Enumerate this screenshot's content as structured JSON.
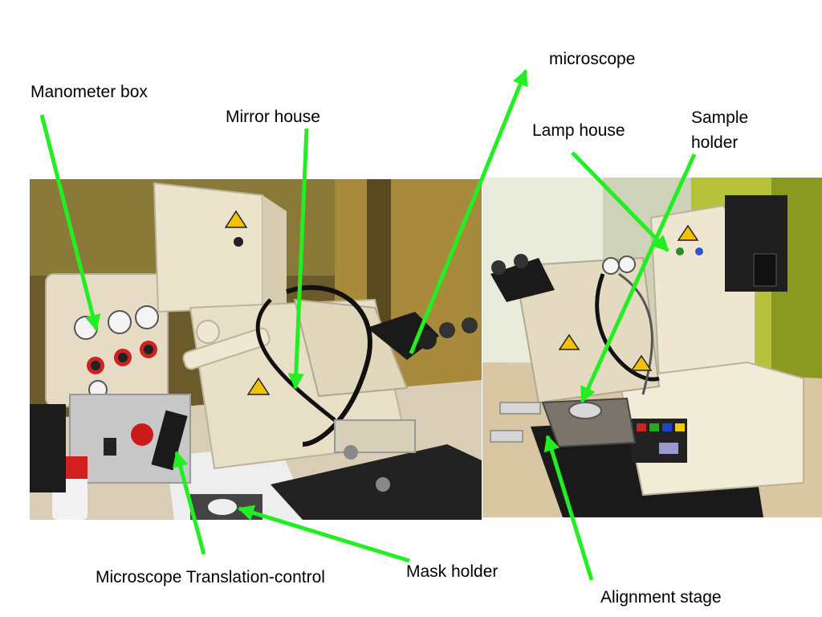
{
  "labels": {
    "manometer_box": "Manometer box",
    "mirror_house": "Mirror house",
    "microscope": "microscope",
    "lamp_house": "Lamp house",
    "sample_holder_1": "Sample",
    "sample_holder_2": "holder",
    "translation_control": "Microscope Translation-control",
    "mask_holder": "Mask holder",
    "alignment_stage": "Alignment stage"
  },
  "colors": {
    "arrow": "#22ee22",
    "background": "#ffffff"
  }
}
